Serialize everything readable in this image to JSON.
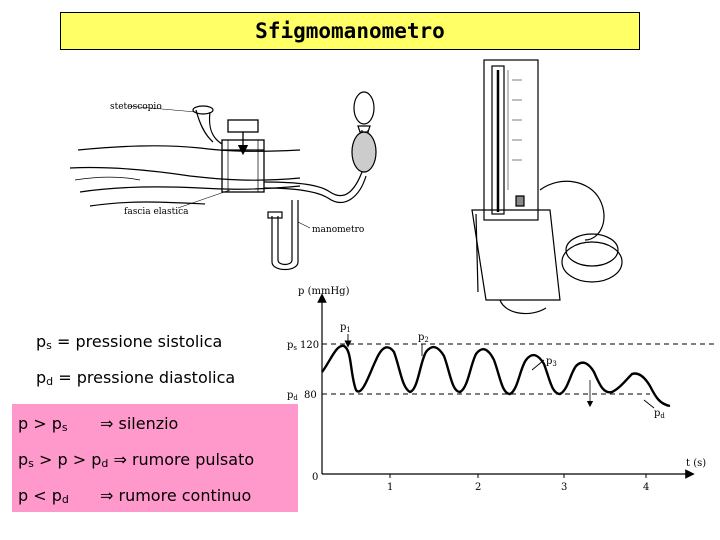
{
  "title": "Sfigmomanometro",
  "apparatus_labels": {
    "stethoscope": "stetoscopio",
    "cuff": "fascia elastica",
    "manometer": "manometro"
  },
  "definitions": {
    "systolic": {
      "symbol": "p",
      "sub": "s",
      "text": " = pressione sistolica"
    },
    "diastolic": {
      "symbol": "p",
      "sub": "d",
      "text": " = pressione diastolica"
    }
  },
  "rules": [
    {
      "condition": "p > p",
      "cond_sub": "s",
      "cond_tail": "",
      "arrow": "⇒",
      "result": "silenzio"
    },
    {
      "condition": "p",
      "cond_sub": "s",
      "cond_tail": " > p > p",
      "cond_sub2": "d",
      "arrow": "⇒",
      "result": "rumore pulsato"
    },
    {
      "condition": "p < p",
      "cond_sub": "d",
      "cond_tail": "",
      "arrow": "⇒",
      "result": "rumore continuo"
    }
  ],
  "graph": {
    "ylabel": "p (mmHg)",
    "xlabel": "t (s)",
    "y_ticks": [
      {
        "value": 120,
        "label": "120",
        "side": "p"
      },
      {
        "value": 80,
        "label": "80",
        "side": "p"
      }
    ],
    "origin_label": "0",
    "x_ticks": [
      1,
      2,
      3,
      4
    ],
    "annotations": {
      "p1": "p",
      "p1_sub": "1",
      "p2": "p",
      "p2_sub": "2",
      "p3": "p",
      "p3_sub": "3",
      "pd": "p",
      "pd_sub": "d"
    }
  },
  "colors": {
    "title_bg": "#ffff66",
    "box_bg": "#ff99cc"
  }
}
